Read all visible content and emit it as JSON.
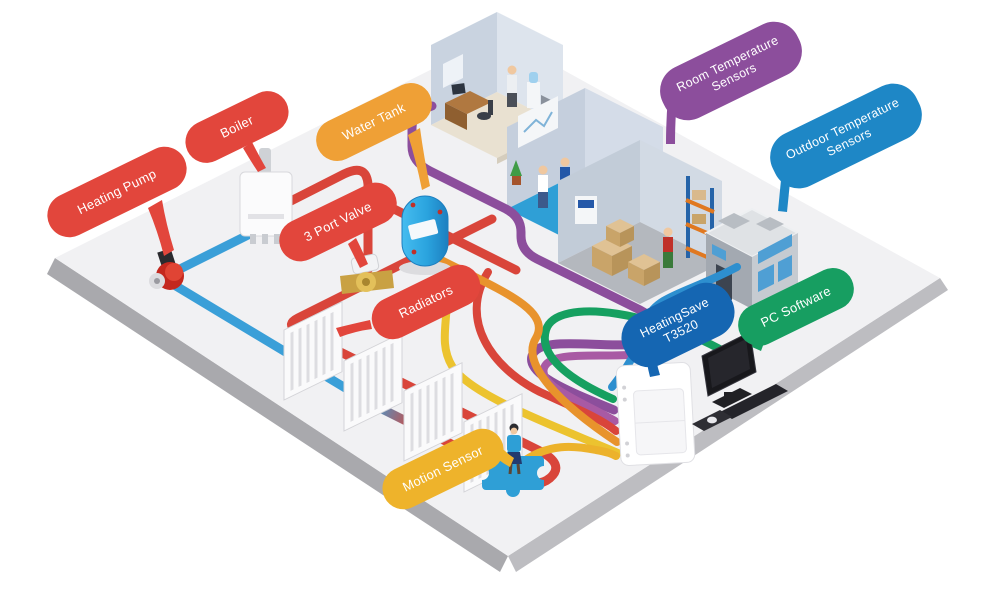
{
  "labels": {
    "heating_pump": {
      "text": "Heating Pump",
      "color": "#e2463c"
    },
    "boiler": {
      "text": "Boiler",
      "color": "#e2463c"
    },
    "water_tank": {
      "text": "Water Tank",
      "color": "#efa036"
    },
    "three_port_valve": {
      "text": "3 Port Valve",
      "color": "#e2463c"
    },
    "radiators": {
      "text": "Radiators",
      "color": "#e2463c"
    },
    "motion_sensor": {
      "text": "Motion Sensor",
      "color": "#eeb32b"
    },
    "room_temperature_sensors": {
      "text": "Room Temperature Sensors",
      "color": "#8c4e9c"
    },
    "outdoor_temperature_sensors": {
      "text": "Outdoor Temperature Sensors",
      "color": "#1e87c6"
    },
    "heatingsave_unit": {
      "text": "HeatingSave T3520",
      "color": "#1566b2"
    },
    "pc_software": {
      "text": "PC Software",
      "color": "#179e61"
    }
  },
  "pipes": {
    "heating_flow": "#d9453a",
    "heating_return": "#3a9fd8",
    "room_sensor": "#8c4e9c",
    "room_sensor_2": "#a85aa4",
    "outdoor_sensor": "#2d8fcf",
    "pc_link": "#16a060",
    "tank_feed": "#e8932c",
    "bundle_yellow": "#ecc32f",
    "motion_link": "#ecb22b"
  },
  "components": [
    "heating-pump",
    "boiler",
    "water-tank",
    "3-port-valve",
    "radiators",
    "motion-sensor",
    "office-room",
    "reception-room",
    "warehouse-room",
    "building",
    "heatingsave-controller",
    "pc-workstation"
  ]
}
